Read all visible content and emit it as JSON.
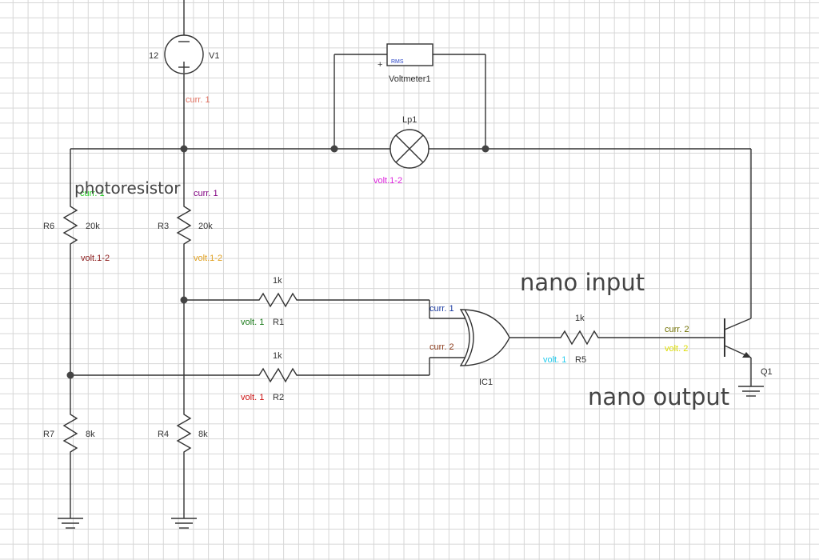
{
  "annotations": {
    "photoresistor": "photoresistor",
    "nano_input": "nano input",
    "nano_output": "nano output"
  },
  "components": {
    "V1": {
      "name": "V1",
      "value": "12"
    },
    "voltmeter": {
      "name": "Voltmeter1",
      "rms": "RMS",
      "plus": "+"
    },
    "Lp1": {
      "name": "Lp1"
    },
    "R6": {
      "name": "R6",
      "value": "20k"
    },
    "R3": {
      "name": "R3",
      "value": "20k"
    },
    "R7": {
      "name": "R7",
      "value": "8k"
    },
    "R4": {
      "name": "R4",
      "value": "8k"
    },
    "R1": {
      "name": "R1",
      "value": "1k"
    },
    "R2": {
      "name": "R2",
      "value": "1k"
    },
    "R5": {
      "name": "R5",
      "value": "1k"
    },
    "IC1": {
      "name": "IC1"
    },
    "Q1": {
      "name": "Q1"
    }
  },
  "probes": {
    "v1_curr": {
      "text": "curr. 1",
      "color": "#e07060"
    },
    "lp1_volt": {
      "text": "volt.1-2",
      "color": "#dd22dd"
    },
    "r6_curr": {
      "text": "curr. 1",
      "color": "#22cc22"
    },
    "r6_volt": {
      "text": "volt.1-2",
      "color": "#8b1a1a"
    },
    "r3_curr": {
      "text": "curr. 1",
      "color": "#800080"
    },
    "r3_volt": {
      "text": "volt.1-2",
      "color": "#e0a020"
    },
    "r1_volt": {
      "text": "volt. 1",
      "color": "#1a7a1a"
    },
    "r2_volt": {
      "text": "volt. 1",
      "color": "#cc1111"
    },
    "ic1_curr1": {
      "text": "curr. 1",
      "color": "#1a3aa0"
    },
    "ic1_curr2": {
      "text": "curr. 2",
      "color": "#8b3a1a"
    },
    "r5_volt": {
      "text": "volt. 1",
      "color": "#22ccee"
    },
    "q1_curr": {
      "text": "curr. 2",
      "color": "#707000"
    },
    "q1_volt": {
      "text": "volt. 2",
      "color": "#dddd00"
    }
  }
}
